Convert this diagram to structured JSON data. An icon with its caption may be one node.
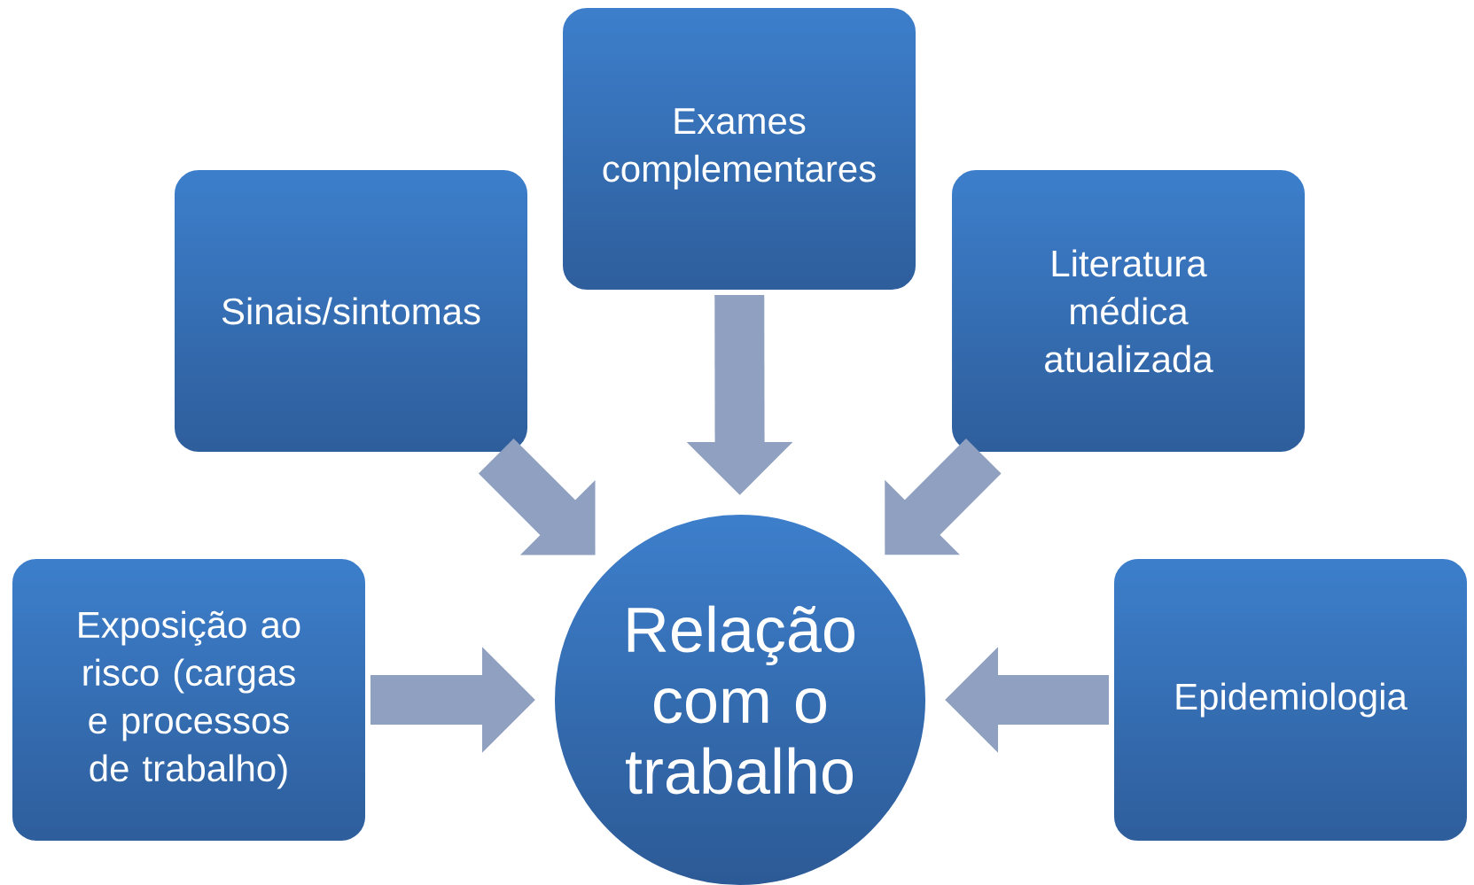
{
  "diagram": {
    "nodes": [
      {
        "text": [
          "Exames complementares"
        ]
      },
      {
        "text": [
          "Sinais/sintomas"
        ]
      },
      {
        "text": [
          "Literatura médica atualizada"
        ]
      },
      {
        "text": [
          "Exposição ao risco (cargas e processos de trabalho)"
        ]
      },
      {
        "text": [
          "Relação com o trabalho"
        ]
      },
      {
        "text": [
          "Epidemiologia"
        ]
      }
    ],
    "edges": [
      {
        "from": 0,
        "to": 4,
        "arrow": "to"
      },
      {
        "from": 1,
        "to": 4,
        "arrow": "to"
      },
      {
        "from": 2,
        "to": 4,
        "arrow": "to"
      },
      {
        "from": 3,
        "to": 4,
        "arrow": "to"
      },
      {
        "from": 5,
        "to": 4,
        "arrow": "to"
      }
    ]
  }
}
